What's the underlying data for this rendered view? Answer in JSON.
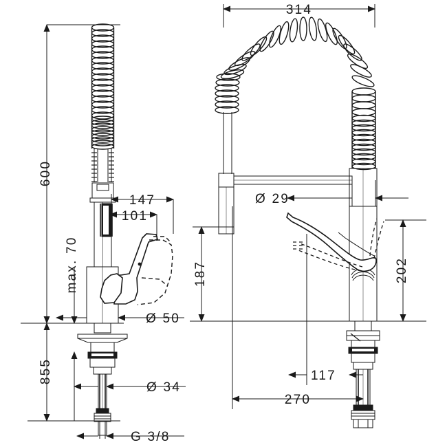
{
  "drawing": {
    "title": "Kitchen mixer dimensional drawing",
    "units": "mm",
    "line_color": "#1a1a1a",
    "background": "#ffffff",
    "views": [
      {
        "name": "side-view-left",
        "label": ""
      },
      {
        "name": "front-view-right",
        "label": ""
      }
    ]
  },
  "dimensions": {
    "overall_height_600": "600",
    "spout_reach_147": "147",
    "spout_inner_101": "101",
    "pullout_max_70": "max. 70",
    "spout_diameter_50": "Ø 50",
    "install_depth_855": "855",
    "shank_diameter_34": "Ø 34",
    "connection_thread": "G 3/8",
    "overall_width_314": "314",
    "spring_diameter_29": "Ø 29",
    "handle_height_187": "187",
    "body_height_202": "202",
    "base_offset_117": "117",
    "base_offset_270": "270"
  },
  "chart_data": {
    "type": "table",
    "title": "Faucet dimensions (mm)",
    "categories": [
      "600",
      "147",
      "101",
      "max. 70",
      "Ø 50",
      "855",
      "Ø 34",
      "G 3/8",
      "314",
      "Ø 29",
      "187",
      "202",
      "117",
      "270"
    ],
    "values": [
      600,
      147,
      101,
      70,
      50,
      855,
      34,
      null,
      314,
      29,
      187,
      202,
      117,
      270
    ]
  }
}
